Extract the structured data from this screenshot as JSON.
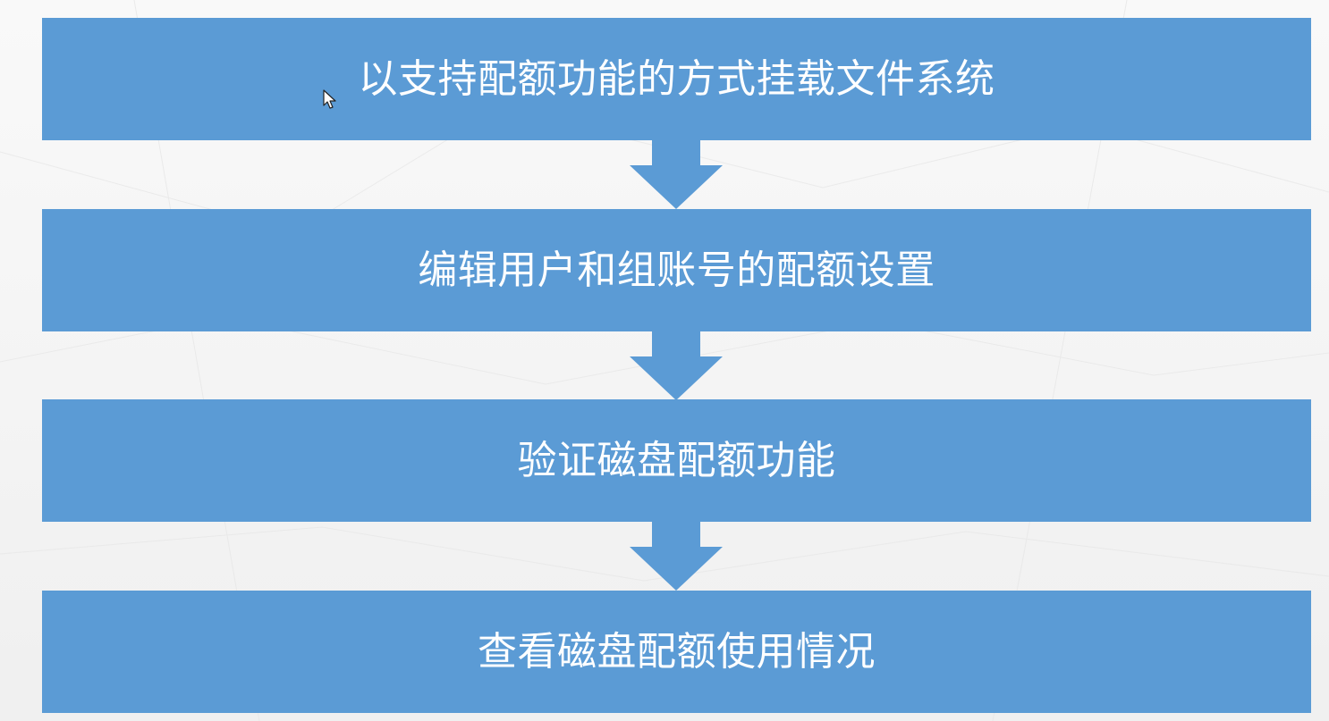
{
  "diagram": {
    "steps": [
      {
        "label": "以支持配额功能的方式挂载文件系统"
      },
      {
        "label": "编辑用户和组账号的配额设置"
      },
      {
        "label": "验证磁盘配额功能"
      },
      {
        "label": "查看磁盘配额使用情况"
      }
    ],
    "colors": {
      "box": "#5b9bd5",
      "arrow": "#5b9bd5",
      "text": "#ffffff",
      "background": "#f2f2f2"
    },
    "icons": {
      "connector": "down-arrow-icon",
      "pointer": "mouse-cursor-icon"
    }
  }
}
